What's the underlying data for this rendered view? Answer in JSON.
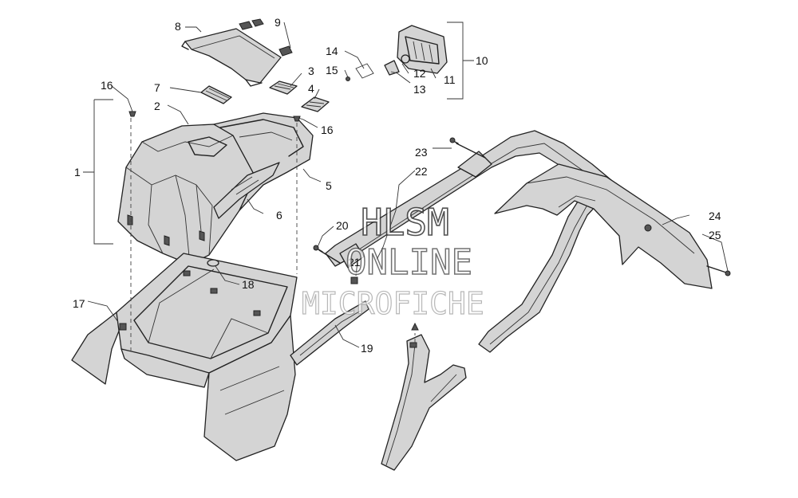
{
  "callouts": {
    "c1": "1",
    "c2": "2",
    "c3": "3",
    "c4": "4",
    "c5": "5",
    "c6": "6",
    "c7": "7",
    "c8": "8",
    "c9": "9",
    "c10": "10",
    "c11": "11",
    "c12": "12",
    "c13": "13",
    "c14": "14",
    "c15": "15",
    "c16a": "16",
    "c16b": "16",
    "c17": "17",
    "c18": "18",
    "c19": "19",
    "c20": "20",
    "c21": "21",
    "c22": "22",
    "c23": "23",
    "c24": "24",
    "c25": "25"
  },
  "watermark": {
    "line1": "HLSM",
    "line2": "ONLINE",
    "line3": "MICROFICHE"
  },
  "colors": {
    "line": "#222222",
    "background": "#ffffff"
  }
}
